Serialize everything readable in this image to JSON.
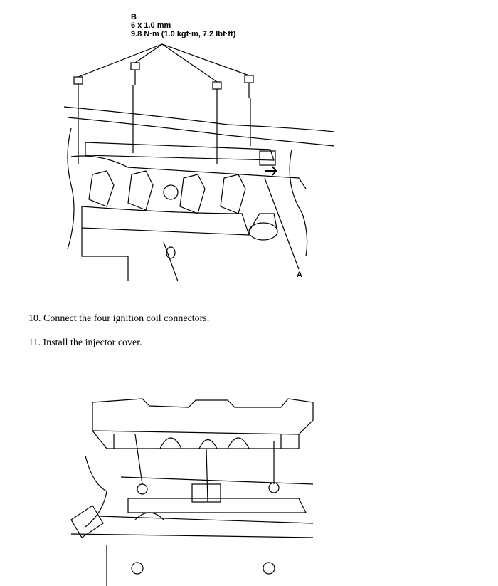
{
  "figure1": {
    "callout_b": {
      "label": "B",
      "size": "6 x 1.0 mm",
      "torque": "9.8 N·m (1.0 kgf·m, 7.2 lbf·ft)"
    },
    "callout_a": "A"
  },
  "steps": [
    {
      "text": "10. Connect the four ignition coil connectors."
    },
    {
      "text": "11. Install the injector cover."
    }
  ]
}
